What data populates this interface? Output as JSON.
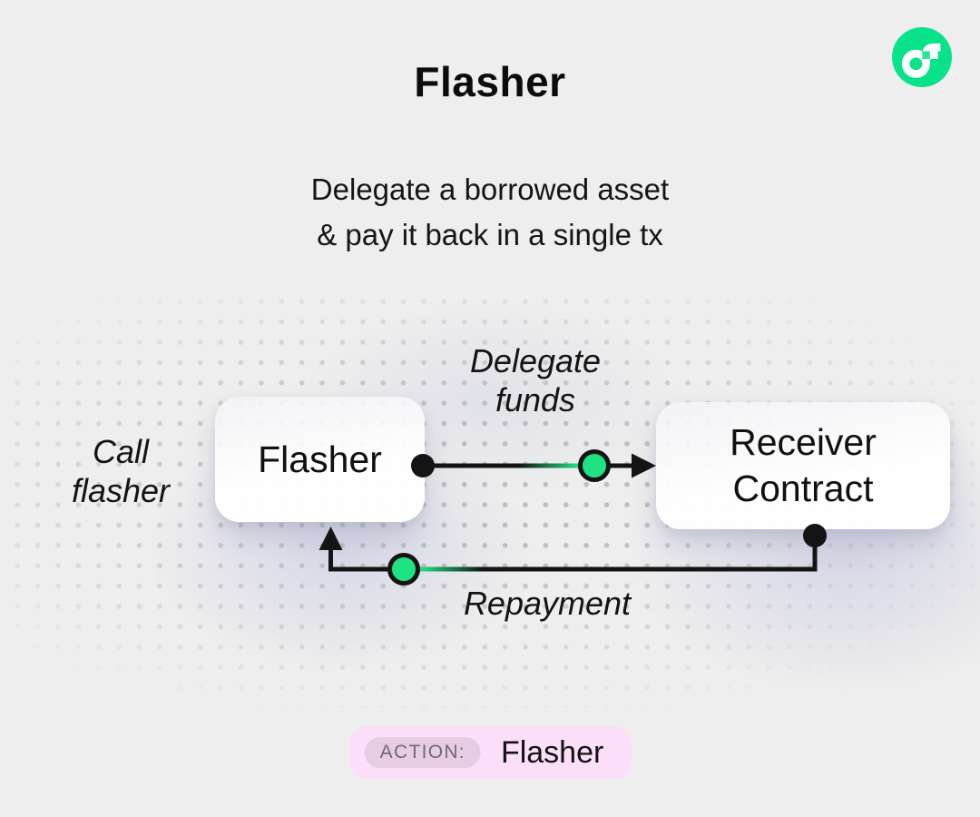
{
  "header": {
    "title": "Flasher",
    "subtitle_line1": "Delegate a borrowed asset",
    "subtitle_line2": "& pay it back in a single tx"
  },
  "logo": {
    "name": "flow-logo",
    "background_color": "#07E28B",
    "gap_square_color": "#29E893"
  },
  "diagram": {
    "call_label_line1": "Call",
    "call_label_line2": "flasher",
    "flasher_node_label": "Flasher",
    "receiver_node_label_line1": "Receiver",
    "receiver_node_label_line2": "Contract",
    "delegate_edge_label_line1": "Delegate",
    "delegate_edge_label_line2": "funds",
    "repayment_edge_label": "Repayment",
    "accent_green": "#1FE283",
    "line_color": "#141414"
  },
  "footer": {
    "action_label": "ACTION:",
    "action_value": "Flasher",
    "badge_background": "#FBDFF9",
    "label_pill_background": "#E7CDE3"
  }
}
